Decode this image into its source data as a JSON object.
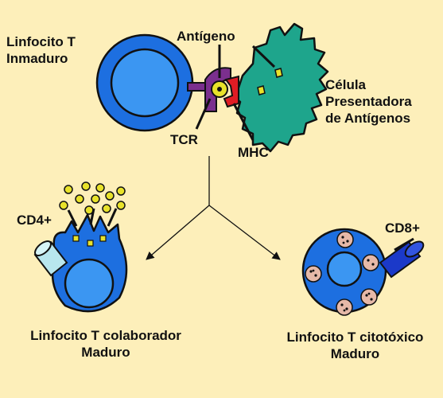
{
  "labels": {
    "immature_t_cell": [
      "Linfocito T",
      "Inmaduro"
    ],
    "antigen": "Antígeno",
    "apc": [
      "Célula",
      "Presentadora",
      "de Antígenos"
    ],
    "tcr": "TCR",
    "mhc": "MHC",
    "cd4": "CD4+",
    "cd8": "CD8+",
    "helper_t_cell": [
      "Linfocito T colaborador",
      "Maduro"
    ],
    "cytotoxic_t_cell": [
      "Linfocito T citotóxico",
      "Maduro"
    ]
  },
  "colors": {
    "background": "#fdefba",
    "cell_blue": "#1d6fe0",
    "nucleus_blue": "#3b96f2",
    "cd4_receptor": "#b8e6ee",
    "cd8_receptor": "#1b39c9",
    "tcr_purple": "#7b2f8e",
    "mhc_red": "#e01c24",
    "apc_teal": "#1ea58c",
    "antigen_yellow": "#e8e22a",
    "granule": "#e6b9a8"
  }
}
